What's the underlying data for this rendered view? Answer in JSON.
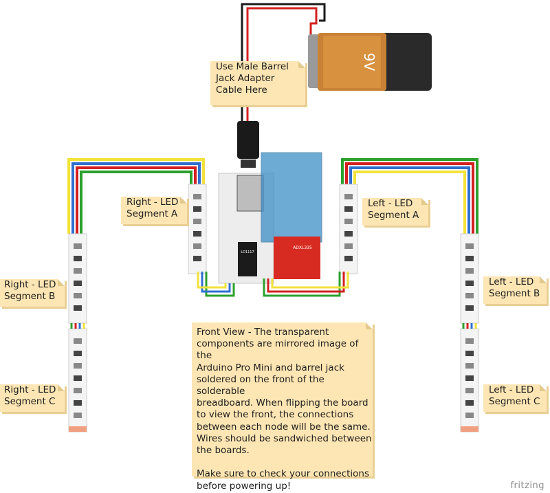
{
  "battery": {
    "label": "9V"
  },
  "notes": {
    "barrel_jack": "Use Male Barrel\nJack Adapter\nCable Here",
    "right_a": "Right - LED\nSegment A",
    "right_b": "Right - LED\nSegment B",
    "right_c": "Right - LED\nSegment C",
    "left_a": "Left - LED\nSegment A",
    "left_b": "Left - LED\nSegment B",
    "left_c": "Left - LED\nSegment C",
    "front_view": "Front View - The transparent\ncomponents are mirrored image of the\nArduino Pro Mini and barrel jack\nsoldered on the front of the solderable\nbreadboard. When flipping the board\nto view the front, the connections\nbetween each node will be the same.\nWires should be sandwiched between\nthe boards.\n\nMake sure to check your connections\nbefore powering up!"
  },
  "chips": {
    "regulator": "LD1117",
    "board_label": "ADXL335"
  },
  "watermark": "fritzing",
  "colors": {
    "note_bg": "#fde6b4",
    "wire_red": "#d32020",
    "wire_black": "#1a1a1a",
    "wire_green": "#2ca02c",
    "wire_blue": "#2f6fd0",
    "wire_yellow": "#f2e23a",
    "led_strip": "#f4f4f4",
    "breakout_red": "#d72b22",
    "arduino_blue": "#3d8fc6"
  }
}
